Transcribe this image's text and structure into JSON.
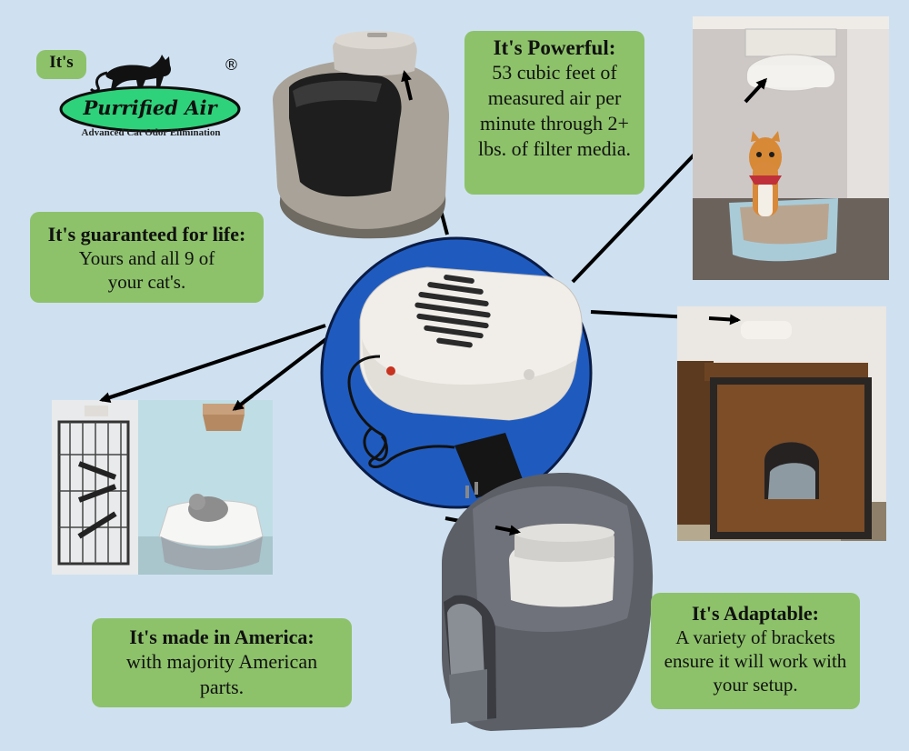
{
  "logo": {
    "its_label": "It's",
    "brand_name": "Purrified Air",
    "registered_mark": "®",
    "tagline": "Advanced Cat Odor Elimination"
  },
  "features": {
    "powerful": {
      "heading": "It's Powerful:",
      "body": "53 cubic feet of measured air per minute through 2+ lbs. of  filter media."
    },
    "guaranteed": {
      "heading": "It's guaranteed for life:",
      "body": "Yours and all 9 of your cat's."
    },
    "america": {
      "heading": "It's made in America:",
      "body": "with majority American parts."
    },
    "adaptable": {
      "heading": "It's Adaptable:",
      "body": "A variety of brackets ensure it will work with your setup."
    }
  },
  "colors": {
    "background": "#cfe1f0",
    "box_green": "#8dc26a",
    "circle_blue": "#1f5bbf",
    "arrow": "#000000",
    "logo_green": "#2ed27a"
  }
}
